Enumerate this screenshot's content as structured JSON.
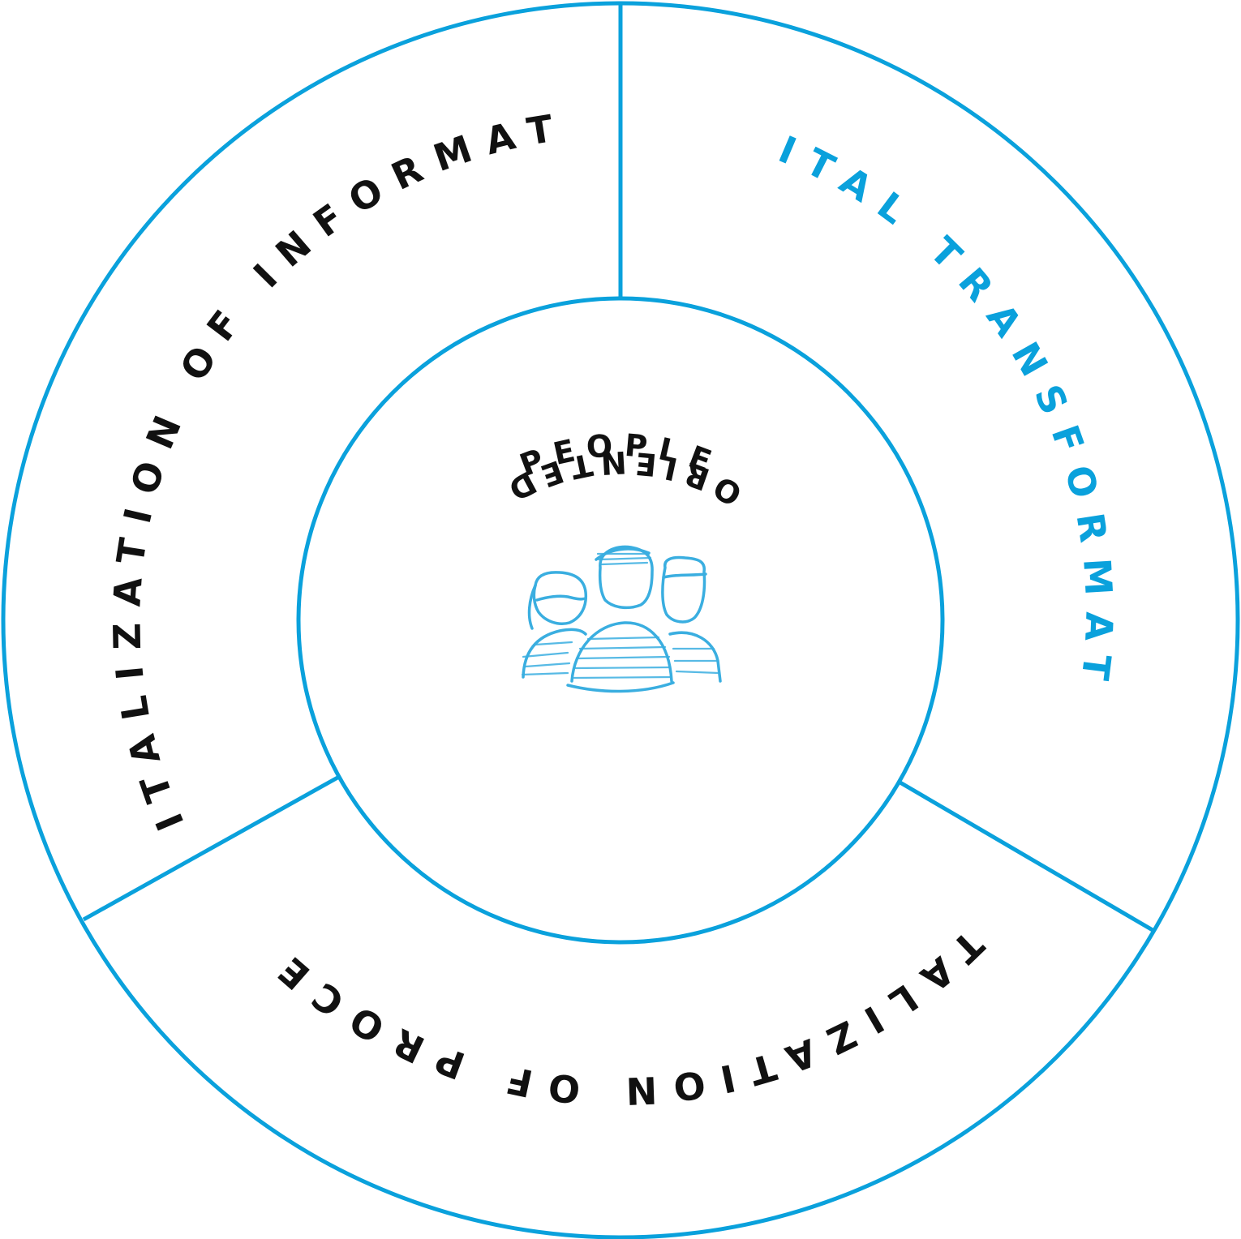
{
  "diagram": {
    "segments": [
      {
        "id": "information",
        "label": "DIGITALIZATION OF INFORMATION",
        "color": "#111111"
      },
      {
        "id": "transformation",
        "label": "DIGITAL TRANSFORMATION",
        "color": "#0aa1dc"
      },
      {
        "id": "processes",
        "label": "DIGITALIZATION OF PROCESSES",
        "color": "#111111"
      }
    ],
    "center": {
      "top_label": "PEOPLE",
      "bottom_label": "ORIENTED",
      "icon": "people-group-icon"
    },
    "accent_color": "#0aa1dc"
  }
}
